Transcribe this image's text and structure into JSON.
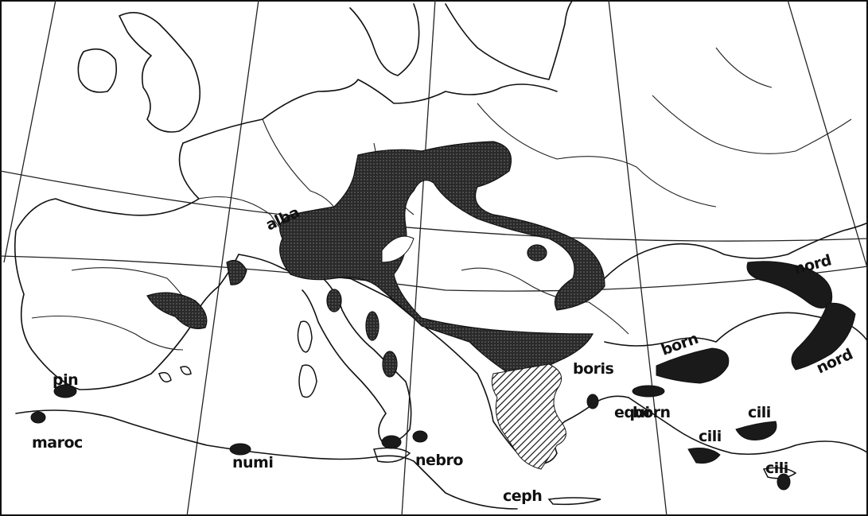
{
  "map": {
    "region": "Europe and Mediterranean",
    "labels": {
      "alba": "alba",
      "pin": "pin",
      "maroc": "maroc",
      "numi": "numi",
      "nebro": "nebro",
      "ceph": "ceph",
      "boris": "boris",
      "equi": "equi",
      "born_north": "born",
      "born_south": "born",
      "nord_top": "nord",
      "nord_right": "nord",
      "cili_1": "cili",
      "cili_2": "cili",
      "cili_3": "cili"
    },
    "colors": {
      "range_fill": "#1a1a1a",
      "coast": "#111111",
      "background": "#ffffff"
    }
  }
}
